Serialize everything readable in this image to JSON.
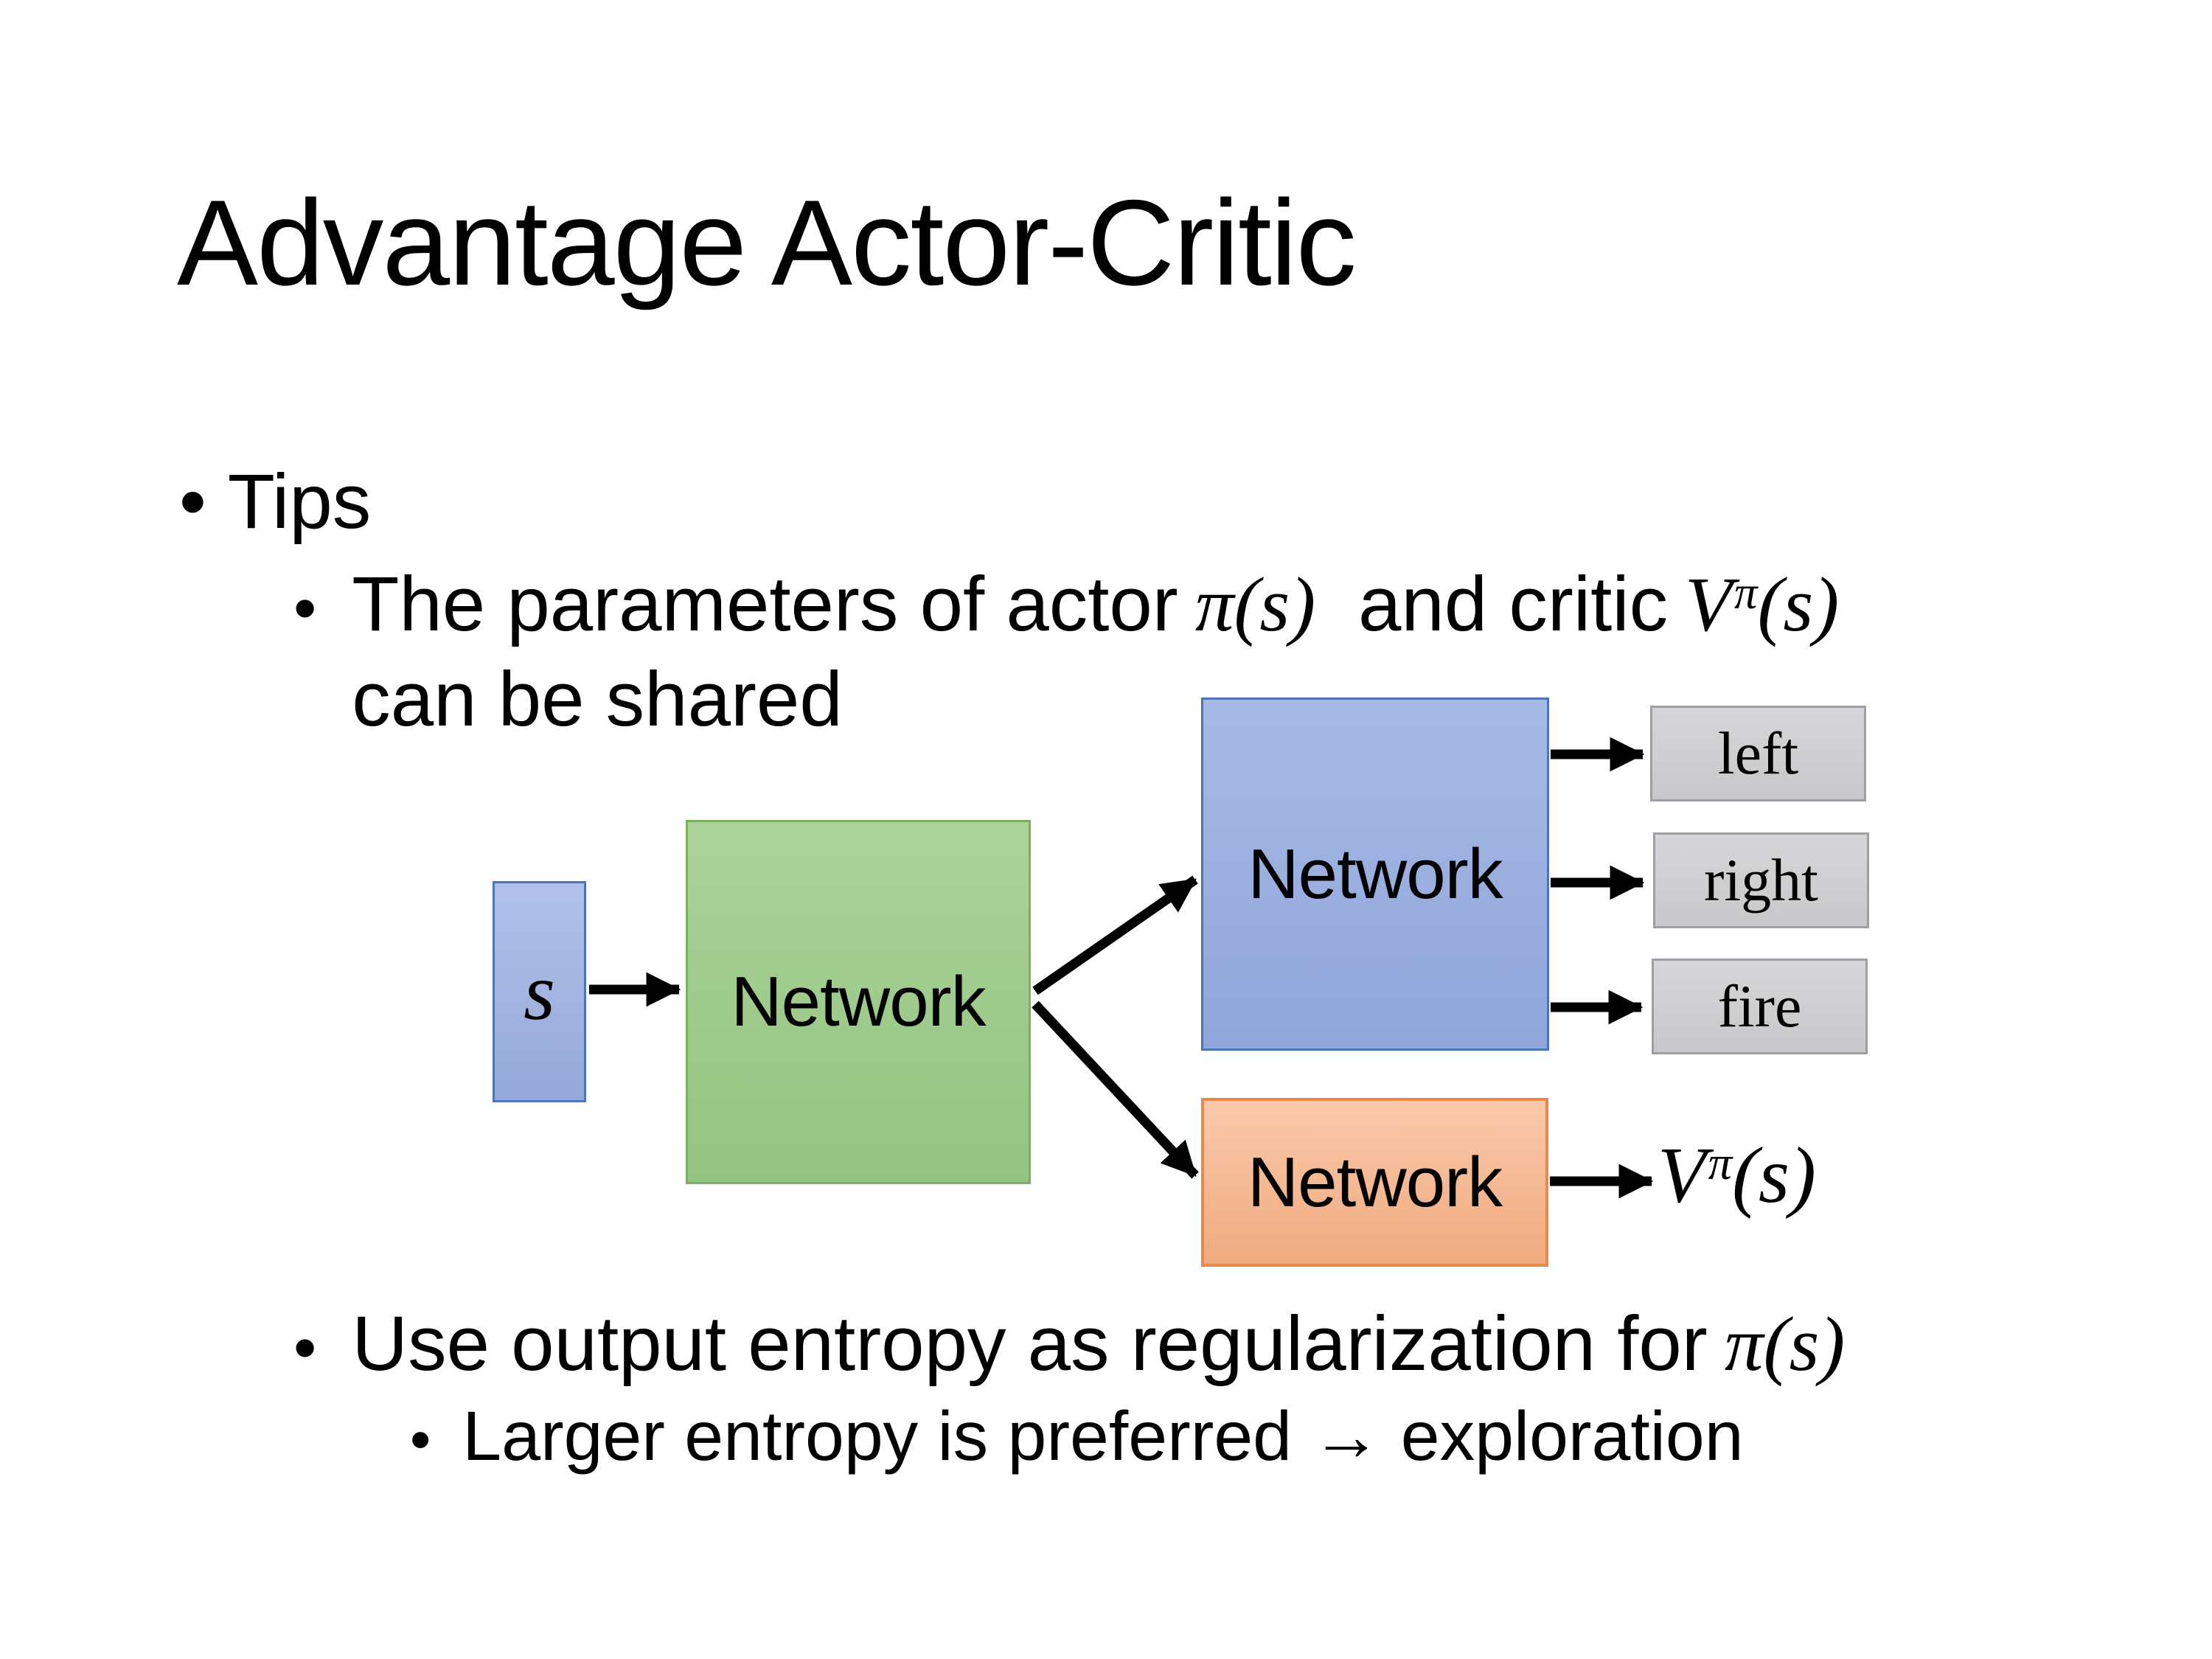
{
  "title": "Advantage Actor-Critic",
  "glyphs": {
    "bullet": "•"
  },
  "bullets": {
    "tips": "Tips",
    "param": {
      "pre": "The parameters of actor",
      "pi": "π(s)",
      "mid": "and critic",
      "v_base": "V",
      "v_sup": "π",
      "v_arg": "(s)",
      "line2": "can be shared"
    },
    "entropy": {
      "pre": "Use output entropy as regularization for",
      "pi": "π(s)"
    },
    "larger": "Larger entropy is preferred → exploration"
  },
  "diagram": {
    "state_label": "s",
    "shared_network_label": "Network",
    "actor_network_label": "Network",
    "critic_network_label": "Network",
    "action_outputs": [
      {
        "label": "left"
      },
      {
        "label": "right"
      },
      {
        "label": "fire"
      }
    ],
    "value_output": {
      "v_base": "V",
      "v_sup": "π",
      "v_arg": "(s)"
    }
  },
  "colors": {
    "background": "#ffffff",
    "text": "#000000",
    "arrow": "#000000",
    "state_box_fill_top": "#b2c1e9",
    "state_box_fill_bottom": "#95a8d8",
    "state_box_border": "#4d73bb",
    "shared_box_fill_top": "#abd29b",
    "shared_box_fill_bottom": "#93c47f",
    "shared_box_border": "#7ab05e",
    "actor_box_fill_top": "#a7bae5",
    "actor_box_fill_bottom": "#90a6da",
    "actor_box_border": "#4d73bb",
    "critic_box_fill_top": "#f9c9ab",
    "critic_box_fill_bottom": "#f0aa7e",
    "critic_box_border": "#e9884d",
    "output_box_fill_top": "#d6d6d8",
    "output_box_fill_bottom": "#c8c8cb",
    "output_box_border": "#9f9fa3"
  }
}
